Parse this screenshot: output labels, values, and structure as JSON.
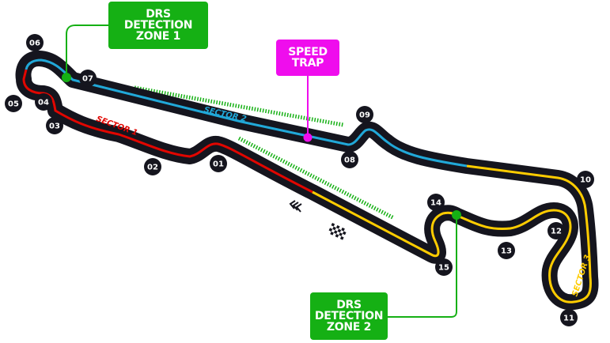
{
  "map": {
    "type": "race-circuit-layout",
    "colors": {
      "track": "#15151e",
      "sector_1": "#e10600",
      "sector_2": "#21a8d8",
      "sector_3": "#ffcc00",
      "drs": "#15b014",
      "speed_trap": "#ef0ded"
    },
    "sectors": [
      {
        "id": "sector-1",
        "label": "SECTOR 1"
      },
      {
        "id": "sector-2",
        "label": "SECTOR 2"
      },
      {
        "id": "sector-3",
        "label": "SECTOR 3"
      }
    ],
    "turns": [
      "01",
      "02",
      "03",
      "04",
      "05",
      "06",
      "07",
      "08",
      "09",
      "10",
      "11",
      "12",
      "13",
      "14",
      "15"
    ],
    "callouts": {
      "drs_zone_1": {
        "lines": [
          "DRS",
          "DETECTION",
          "ZONE 1"
        ]
      },
      "drs_zone_2": {
        "lines": [
          "DRS",
          "DETECTION",
          "ZONE 2"
        ]
      },
      "speed_trap": {
        "lines": [
          "SPEED",
          "TRAP"
        ]
      }
    },
    "icons": [
      "direction-chevrons-icon",
      "checkered-flag-icon"
    ]
  }
}
